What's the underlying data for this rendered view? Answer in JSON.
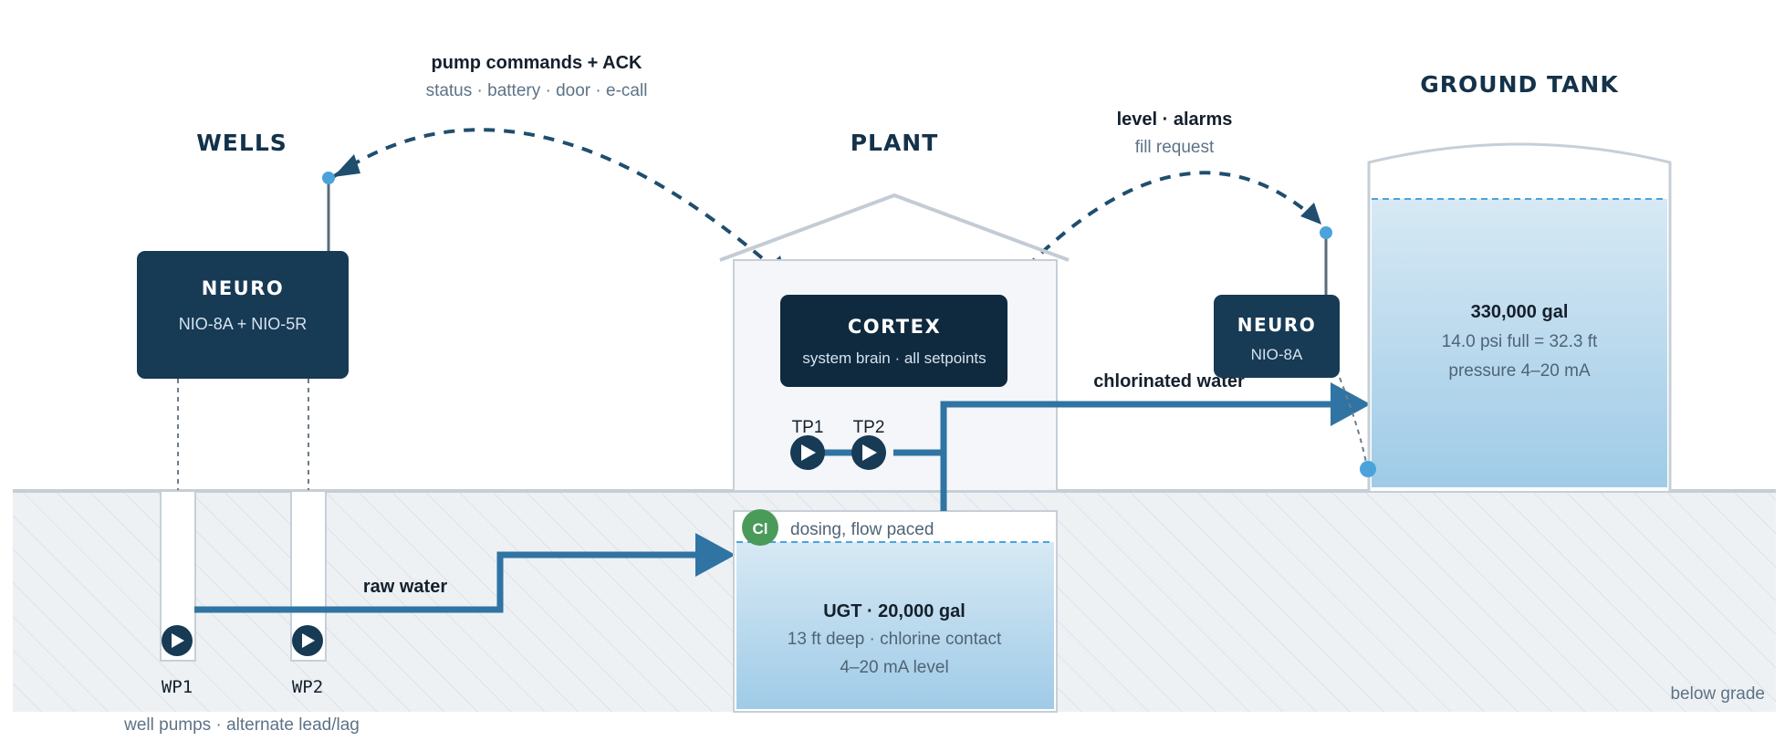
{
  "sections": {
    "wells": "WELLS",
    "plant": "PLANT",
    "ground_tank": "GROUND TANK"
  },
  "links": {
    "wells_plant_line1": "pump commands + ACK",
    "wells_plant_line2": "status · battery · door · e-call",
    "plant_tank_line1": "level · alarms",
    "plant_tank_line2": "fill request"
  },
  "neuro_wells": {
    "title": "NEURO",
    "subtitle": "NIO-8A + NIO-5R"
  },
  "cortex": {
    "title": "CORTEX",
    "subtitle": "system brain · all setpoints"
  },
  "neuro_tank": {
    "title": "NEURO",
    "subtitle": "NIO-8A"
  },
  "treatment_pumps": {
    "tp1": "TP1",
    "tp2": "TP2"
  },
  "well_pumps": {
    "wp1": "WP1",
    "wp2": "WP2",
    "caption": "well pumps · alternate lead/lag"
  },
  "flows": {
    "raw_water": "raw water",
    "chlorinated_water": "chlorinated water"
  },
  "dosing": {
    "badge": "Cl",
    "label": "dosing, flow paced"
  },
  "ugt": {
    "title": "UGT · 20,000 gal",
    "subtitle": "13 ft deep · chlorine contact",
    "sensor": "4–20 mA level"
  },
  "ground_tank": {
    "capacity": "330,000 gal",
    "pressure_note": "14.0 psi full = 32.3 ft",
    "sensor": "pressure 4–20 mA"
  },
  "grade_label": "below grade",
  "colors": {
    "dark_box": "#173a55",
    "cortex_box": "#0f2a3f",
    "pipe": "#2f74a3",
    "radio_dash": "#1f4e6e",
    "dot": "#4ba3dc",
    "chlorine_badge": "#4a9b5a",
    "ground": "#eef1f4"
  }
}
